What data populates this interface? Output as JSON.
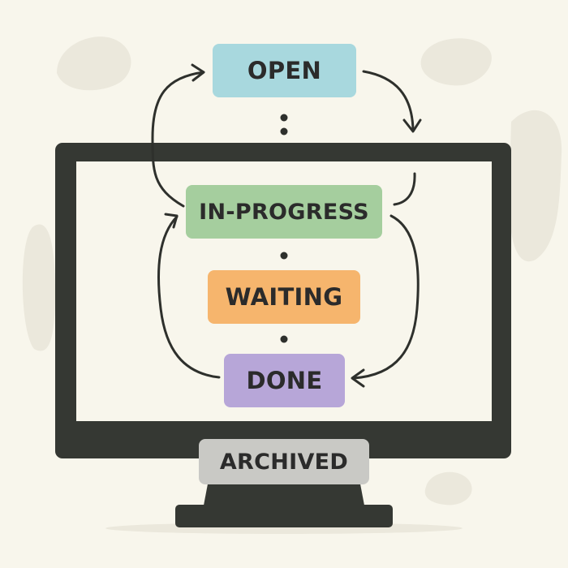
{
  "colors": {
    "background": "#f8f6ec",
    "blob": "#ebe8dc",
    "monitor": "#353833",
    "screen": "#f8f6ec",
    "arrow": "#2e302c",
    "open": "#a8d8de",
    "in_progress": "#a5ce9e",
    "waiting": "#f6b56d",
    "done": "#b7a6d8",
    "archived": "#c9c9c5"
  },
  "states": {
    "open": "OPEN",
    "in_progress": "IN-PROGRESS",
    "waiting": "WAITING",
    "done": "DONE",
    "archived": "ARCHIVED"
  }
}
